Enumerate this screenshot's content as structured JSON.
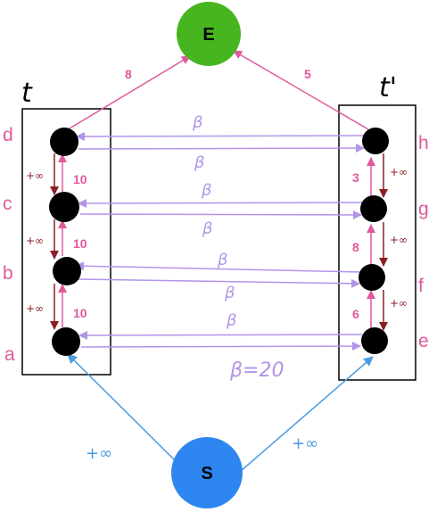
{
  "colors": {
    "source": "#2e86f0",
    "sink": "#46b51f",
    "pink": "#e0589c",
    "lilac": "#b294e8",
    "maroon": "#8a1f24",
    "blue_edge": "#4a9be0",
    "node": "#000000",
    "box": "#000000"
  },
  "groups": {
    "left_title": "t",
    "right_title": "t'"
  },
  "sink": {
    "label": "E"
  },
  "source": {
    "label": "S"
  },
  "left_nodes": [
    "d",
    "c",
    "b",
    "a"
  ],
  "right_nodes": [
    "h",
    "g",
    "f",
    "e"
  ],
  "sink_weights": {
    "left": "8",
    "right": "5"
  },
  "source_weights": {
    "left": "+∞",
    "right": "+∞"
  },
  "left_up_weights": [
    "10",
    "10",
    "10"
  ],
  "left_down_weights": [
    "+∞",
    "+∞",
    "+∞"
  ],
  "right_up_weights": [
    "3",
    "8",
    "6"
  ],
  "right_down_weights": [
    "+∞",
    "+∞",
    "+∞"
  ],
  "cross_labels": [
    "β",
    "β",
    "β",
    "β",
    "β",
    "β",
    "β",
    "β=20"
  ]
}
